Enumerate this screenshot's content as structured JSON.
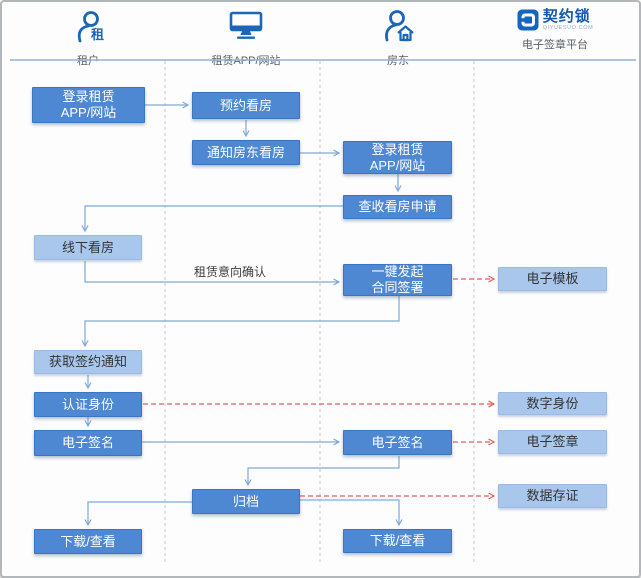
{
  "header": {
    "lanes": [
      {
        "id": "tenant",
        "label": "租户",
        "icon": "person-tenant-icon",
        "badge": "租"
      },
      {
        "id": "app",
        "label": "租赁APP/网站",
        "icon": "monitor-icon"
      },
      {
        "id": "landlord",
        "label": "房东",
        "icon": "person-house-icon"
      },
      {
        "id": "platform",
        "label": "电子签章平台",
        "icon": "qiyuesuo-logo",
        "brand": "契约锁",
        "brand_sub": "QIYUESUO.COM"
      }
    ]
  },
  "nodes": {
    "tenant_login": "登录租赁\nAPP/网站",
    "book_viewing": "预约看房",
    "notify_landlord": "通知房东看房",
    "landlord_login": "登录租赁\nAPP/网站",
    "check_request": "查收看房申请",
    "offline_viewing": "线下看房",
    "initiate_sign": "一键发起\n合同签署",
    "e_template": "电子模板",
    "sign_notice": "获取签约通知",
    "auth_identity": "认证身份",
    "e_sign_tenant": "电子签名",
    "e_sign_landlord": "电子签名",
    "digital_identity": "数字身份",
    "e_seal": "电子签章",
    "archive": "归档",
    "data_deposit": "数据存证",
    "download_tenant": "下载/查看",
    "download_landlord": "下载/查看"
  },
  "edge_labels": {
    "rental_intent": "租赁意向确认"
  },
  "colors": {
    "node_dark_fill": "#4e88d2",
    "node_dark_border": "#3a74c2",
    "node_light_fill": "#a9c7ec",
    "flow_line_blue": "#7fa9dc",
    "platform_link_red": "#e05c5c",
    "icon_blue": "#1a66b8",
    "logo_blue": "#1565c0",
    "lane_divider_gray": "#c5c9ce",
    "header_rule_blue": "#8fb4dc"
  }
}
